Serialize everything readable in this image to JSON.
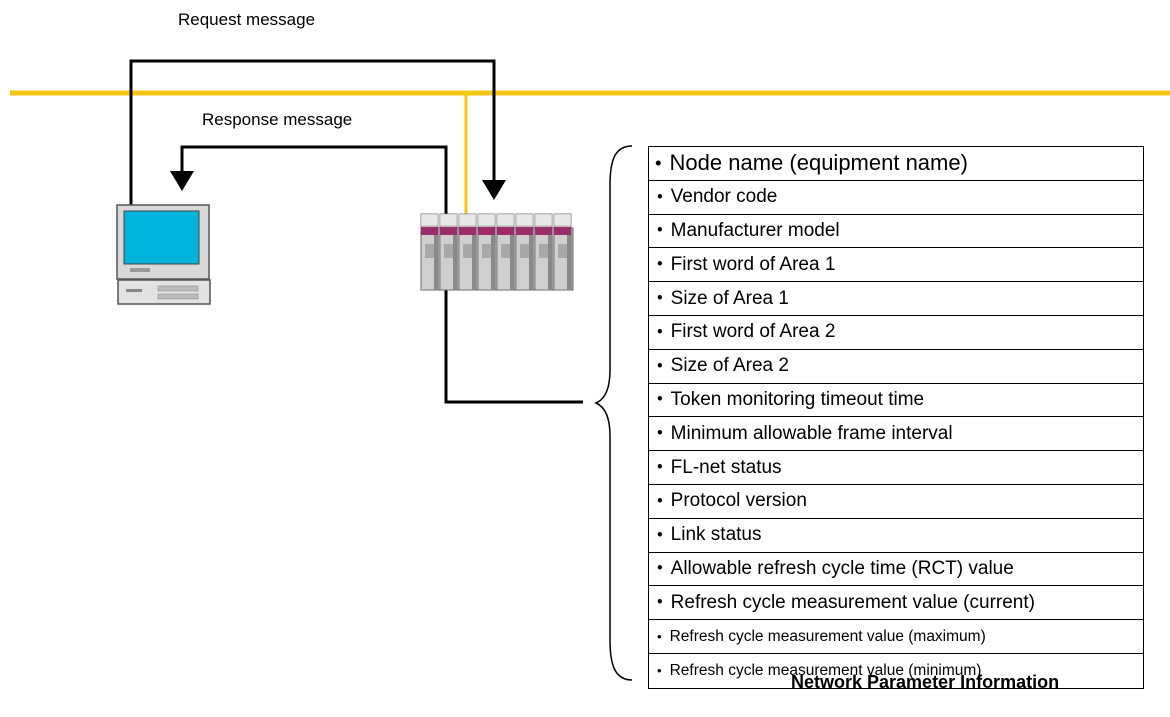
{
  "labels": {
    "request": "Request message",
    "response": "Response message",
    "caption": "Network Parameter Information"
  },
  "parameters": [
    "Node name (equipment name)",
    "Vendor code",
    "Manufacturer model",
    "First word of Area 1",
    "Size of Area 1",
    "First word of Area 2",
    "Size of Area 2",
    "Token monitoring timeout time",
    "Minimum allowable frame interval",
    "FL-net status",
    "Protocol version",
    "Link status",
    "Allowable refresh cycle time (RCT) value",
    "Refresh cycle measurement value (current)",
    "Refresh cycle measurement value (maximum)",
    "Refresh cycle measurement value (minimum)"
  ],
  "colors": {
    "network_line": "#f5c518",
    "screen": "#00b4dc",
    "module_band": "#9b2d6a",
    "arrows": "#000000"
  }
}
